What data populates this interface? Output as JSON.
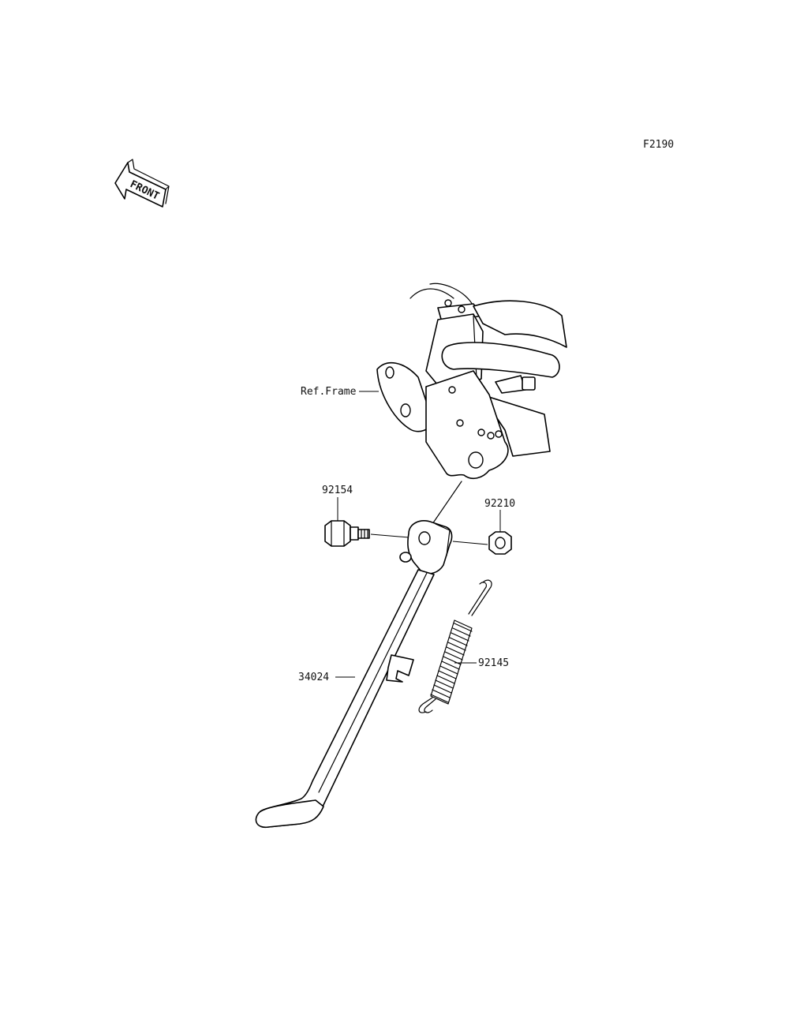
{
  "figure_code": "F2190",
  "front_arrow_text": "FRONT",
  "labels": {
    "ref_frame": "Ref.Frame",
    "bolt": "92154",
    "nut": "92210",
    "spring": "92145",
    "stand": "34024"
  }
}
